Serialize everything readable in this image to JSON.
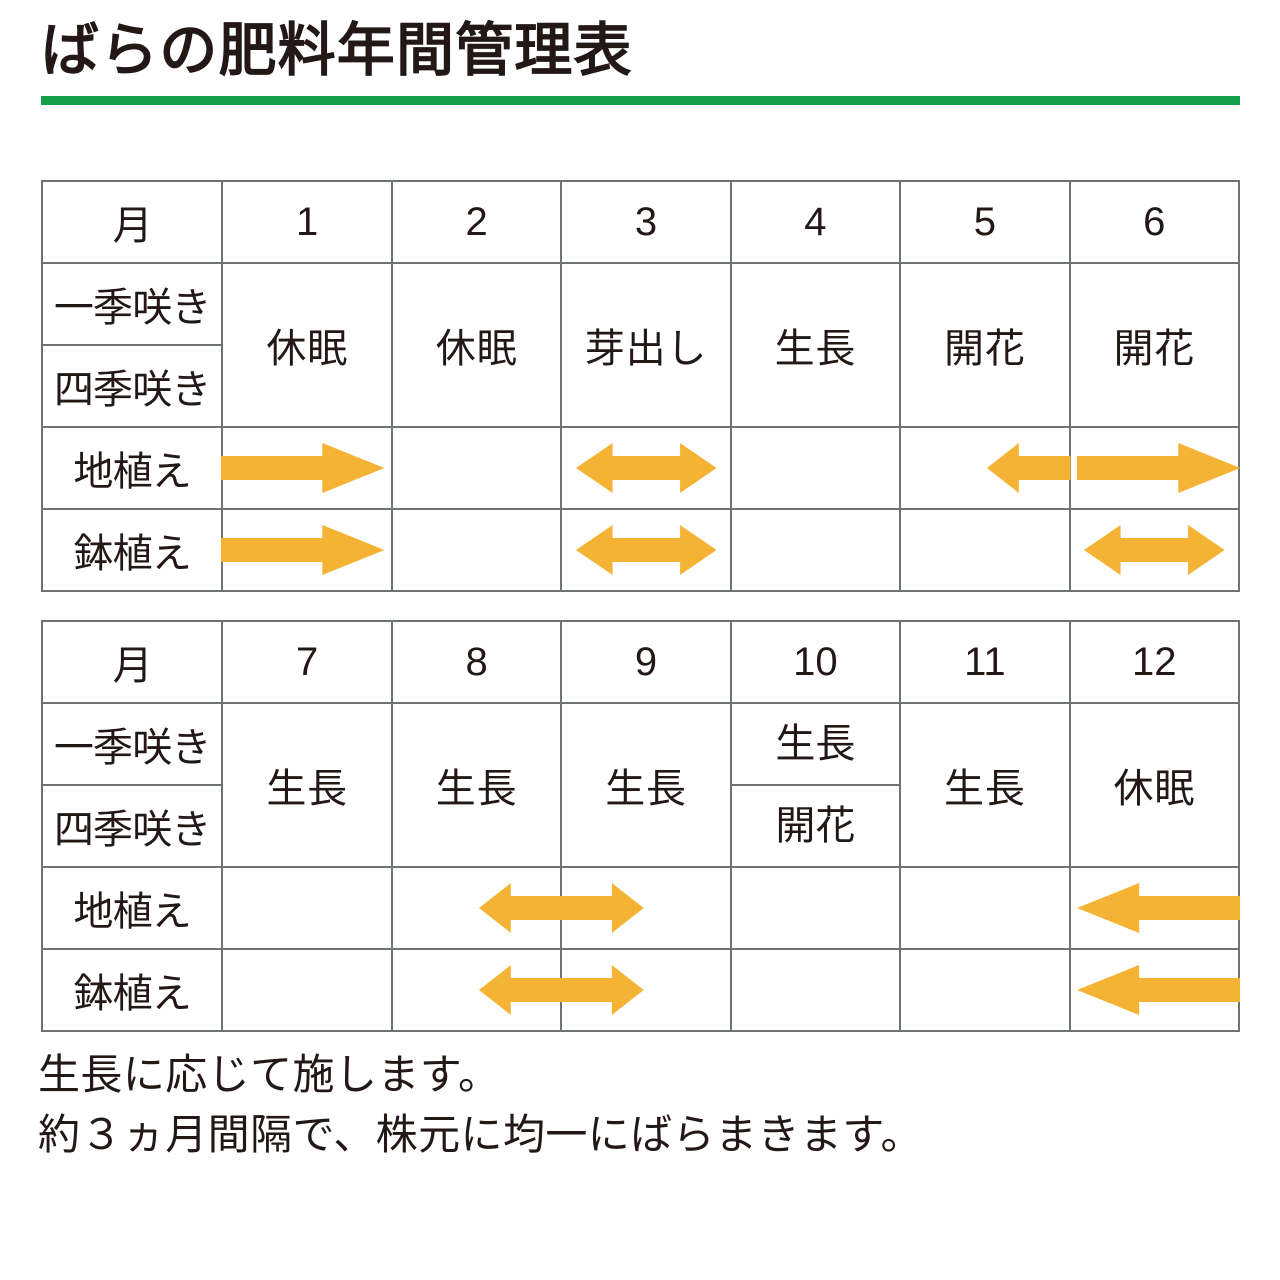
{
  "title": "ばらの肥料年間管理表",
  "accent": {
    "rule_green": "#17a04a",
    "arrow_orange": "#f5b335",
    "header_blue": "#d7ebf8",
    "grid_gray": "#6e7376"
  },
  "row_labels": {
    "month": "月",
    "once_blooming": "一季咲き",
    "repeat_blooming": "四季咲き",
    "ground_planted": "地植え",
    "pot_planted": "鉢植え"
  },
  "tables": [
    {
      "id": "first-half",
      "months": [
        "1",
        "2",
        "3",
        "4",
        "5",
        "6"
      ],
      "phases": [
        {
          "month": "1",
          "once": "休眠",
          "repeat": "休眠",
          "split": false
        },
        {
          "month": "2",
          "once": "休眠",
          "repeat": "休眠",
          "split": false
        },
        {
          "month": "3",
          "once": "芽出し",
          "repeat": "芽出し",
          "split": false
        },
        {
          "month": "4",
          "once": "生長",
          "repeat": "生長",
          "split": false
        },
        {
          "month": "5",
          "once": "開花",
          "repeat": "開花",
          "split": false
        },
        {
          "month": "6",
          "once": "開花",
          "repeat": "開花",
          "split": false
        }
      ],
      "ground_arrows": [
        "right-from-left",
        "none",
        "double",
        "none",
        "left-half",
        "right-overflow"
      ],
      "pot_arrows": [
        "right-from-left",
        "none",
        "double",
        "none",
        "none",
        "double"
      ]
    },
    {
      "id": "second-half",
      "months": [
        "7",
        "8",
        "9",
        "10",
        "11",
        "12"
      ],
      "phases": [
        {
          "month": "7",
          "once": "生長",
          "repeat": "生長",
          "split": false
        },
        {
          "month": "8",
          "once": "生長",
          "repeat": "生長",
          "split": false
        },
        {
          "month": "9",
          "once": "生長",
          "repeat": "生長",
          "split": false
        },
        {
          "month": "10",
          "once": "生長",
          "repeat": "開花",
          "split": true
        },
        {
          "month": "11",
          "once": "生長",
          "repeat": "生長",
          "split": false
        },
        {
          "month": "12",
          "once": "休眠",
          "repeat": "休眠",
          "split": false
        }
      ],
      "ground_arrows": [
        "none",
        "left-half-right",
        "right-half-left",
        "none",
        "none",
        "left-overflow"
      ],
      "pot_arrows": [
        "none",
        "left-half-right",
        "right-half-left",
        "none",
        "none",
        "left-overflow"
      ]
    }
  ],
  "caption": {
    "line1": "生長に応じて施します。",
    "line2": "約３ヵ月間隔で、株元に均一にばらまきます。"
  }
}
